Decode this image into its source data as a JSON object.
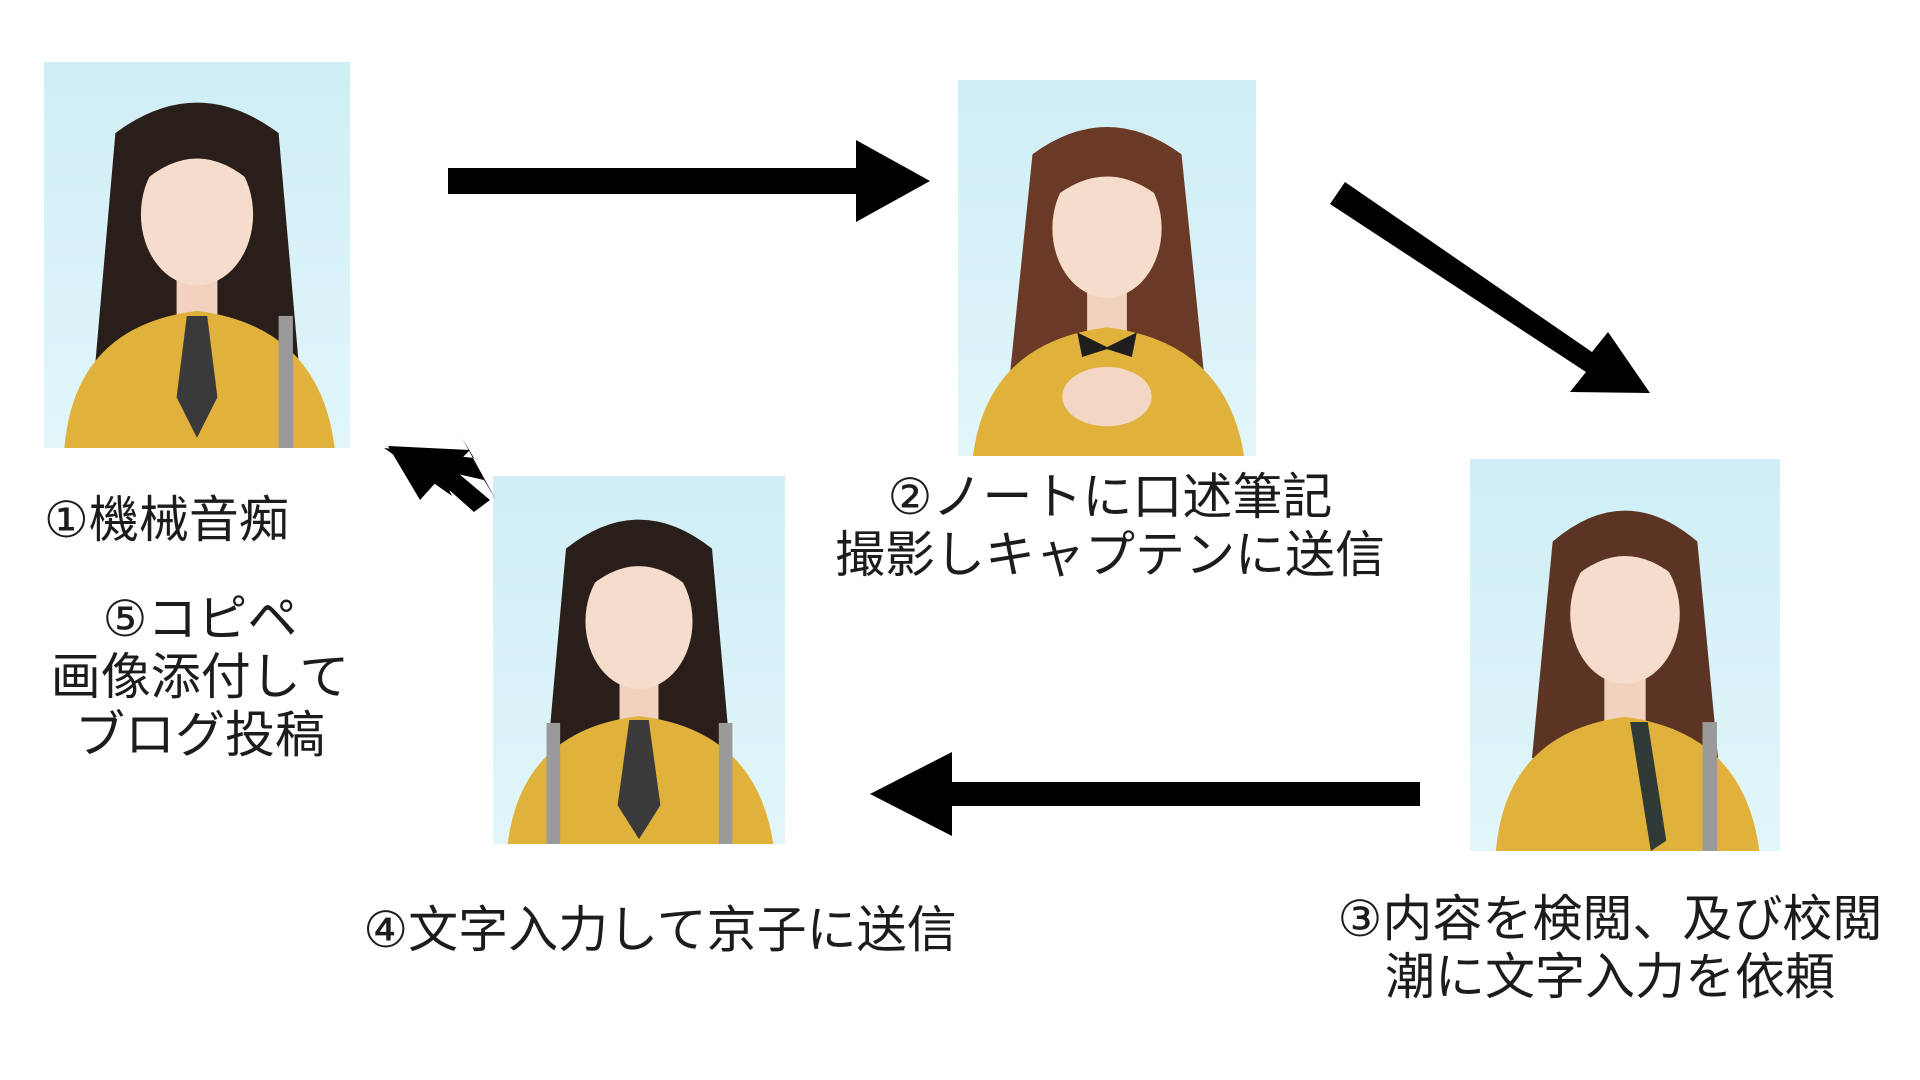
{
  "steps": {
    "step1": {
      "label": "①機械音痴"
    },
    "step2": {
      "line1": "②ノートに口述筆記",
      "line2": "撮影しキャプテンに送信"
    },
    "step3": {
      "line1": "③内容を検閲、及び校閲",
      "line2": "潮に文字入力を依頼"
    },
    "step4": {
      "label": "④文字入力して京子に送信"
    },
    "step5": {
      "line1": "⑤コピペ",
      "line2": "画像添付して",
      "line3": "ブログ投稿"
    }
  },
  "colors": {
    "photo_background": "#d4f0f6",
    "uniform_yellow": "#e0b23c",
    "tie": "#3a3a3a",
    "arrow": "#000000",
    "text": "#1c1c1c"
  }
}
